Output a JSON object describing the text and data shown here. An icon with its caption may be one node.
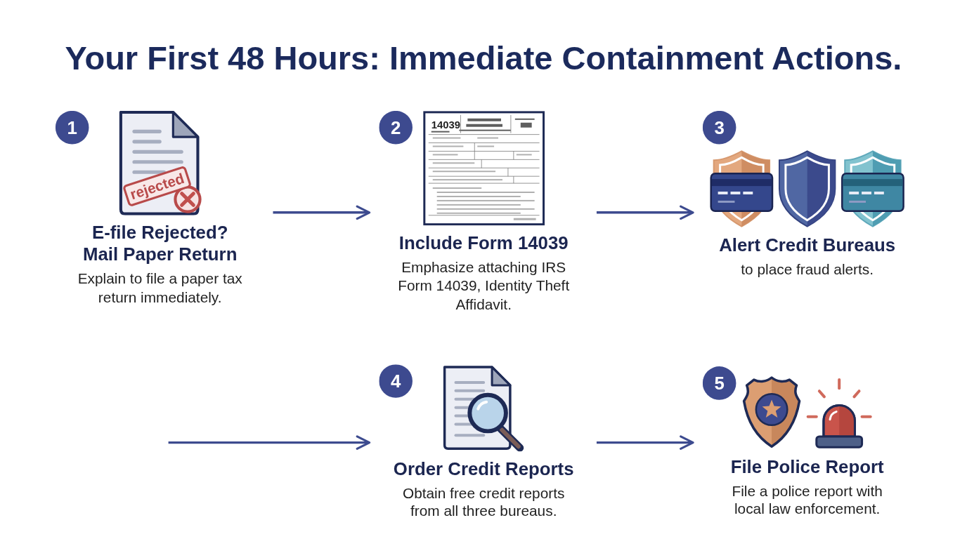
{
  "diagram": {
    "title": "Your First 48 Hours: Immediate Containment Actions.",
    "nodes": [
      {
        "text": [
          "1",
          "E-file Rejected? Mail Paper Return",
          "Explain to file a paper tax return immediately."
        ]
      },
      {
        "text": [
          "2",
          "Include Form 14039",
          "Emphasize attaching IRS Form 14039, Identity Theft Affidavit."
        ]
      },
      {
        "text": [
          "3",
          "Alert Credit Bureaus",
          "to place fraud alerts."
        ]
      },
      {
        "text": [
          "4",
          "Order Credit Reports",
          "Obtain free credit reports from all three bureaus."
        ]
      },
      {
        "text": [
          "5",
          "File Police Report",
          "File a police report with local law enforcement."
        ]
      }
    ],
    "edges": [
      {
        "from": 0,
        "to": 1,
        "arrow": "to"
      },
      {
        "from": 1,
        "to": 2,
        "arrow": "to"
      },
      {
        "from": null,
        "to": 3,
        "arrow": "to"
      },
      {
        "from": 3,
        "to": 4,
        "arrow": "to"
      }
    ],
    "labels": [
      "rejected",
      "14039"
    ]
  }
}
